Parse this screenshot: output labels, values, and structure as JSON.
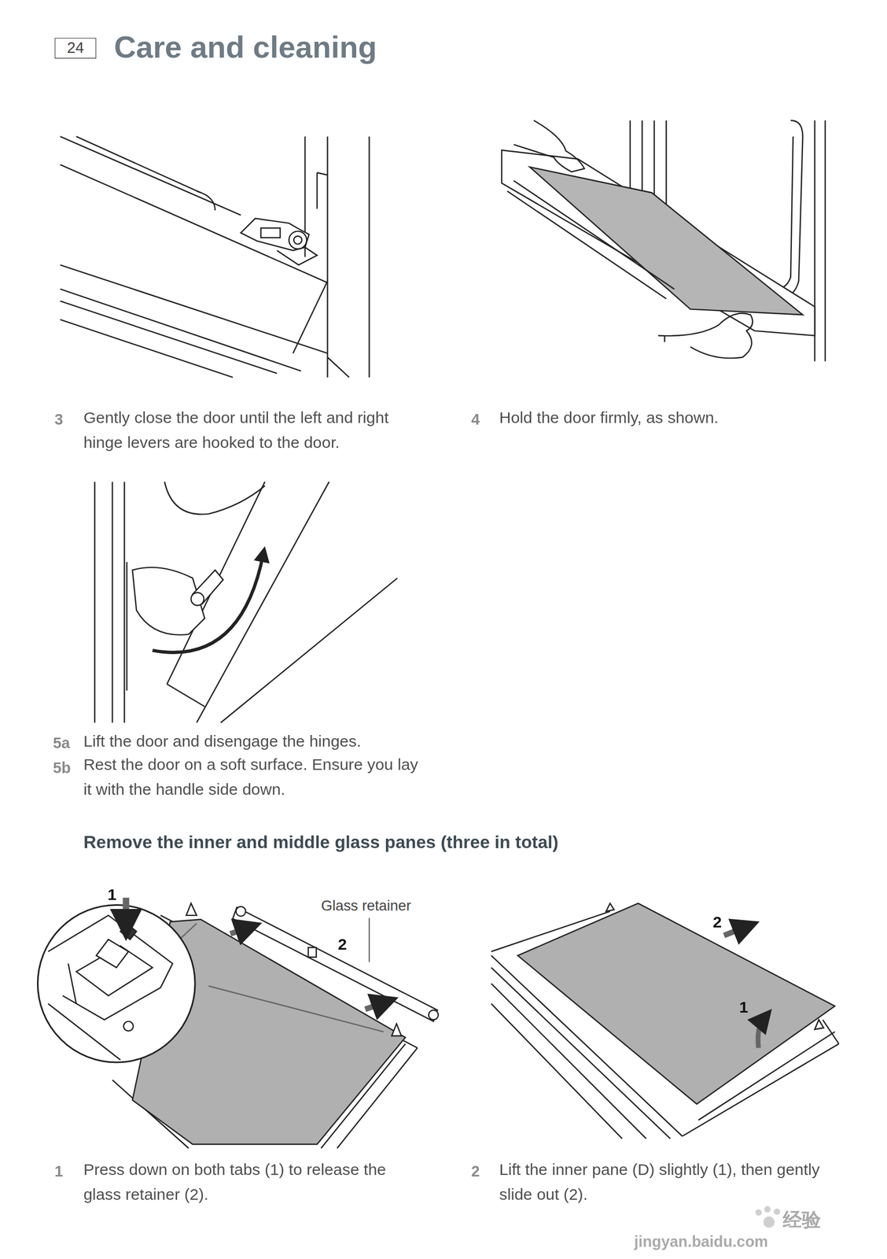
{
  "diagram": {
    "title": "Care and cleaning",
    "nodes": [
      {
        "text": [
          "24"
        ]
      }
    ],
    "labels": [
      "3",
      "Gently close the door until the left and right hinge levers are hooked to the door.",
      "4",
      "Hold the door firmly, as shown.",
      "5a",
      "Lift the door and disengage the hinges.",
      "5b",
      "Rest the door on a soft surface. Ensure you lay it with the handle side down.",
      "Remove the inner and middle glass panes (three in total)",
      "1",
      "Glass retainer",
      "2",
      "2",
      "1",
      "1",
      "Press down on both tabs (1) to release the glass retainer (2).",
      "2",
      "Lift the inner pane (D) slightly (1), then gently slide out (2).",
      "经验",
      "jingyan.baidu.com"
    ]
  }
}
